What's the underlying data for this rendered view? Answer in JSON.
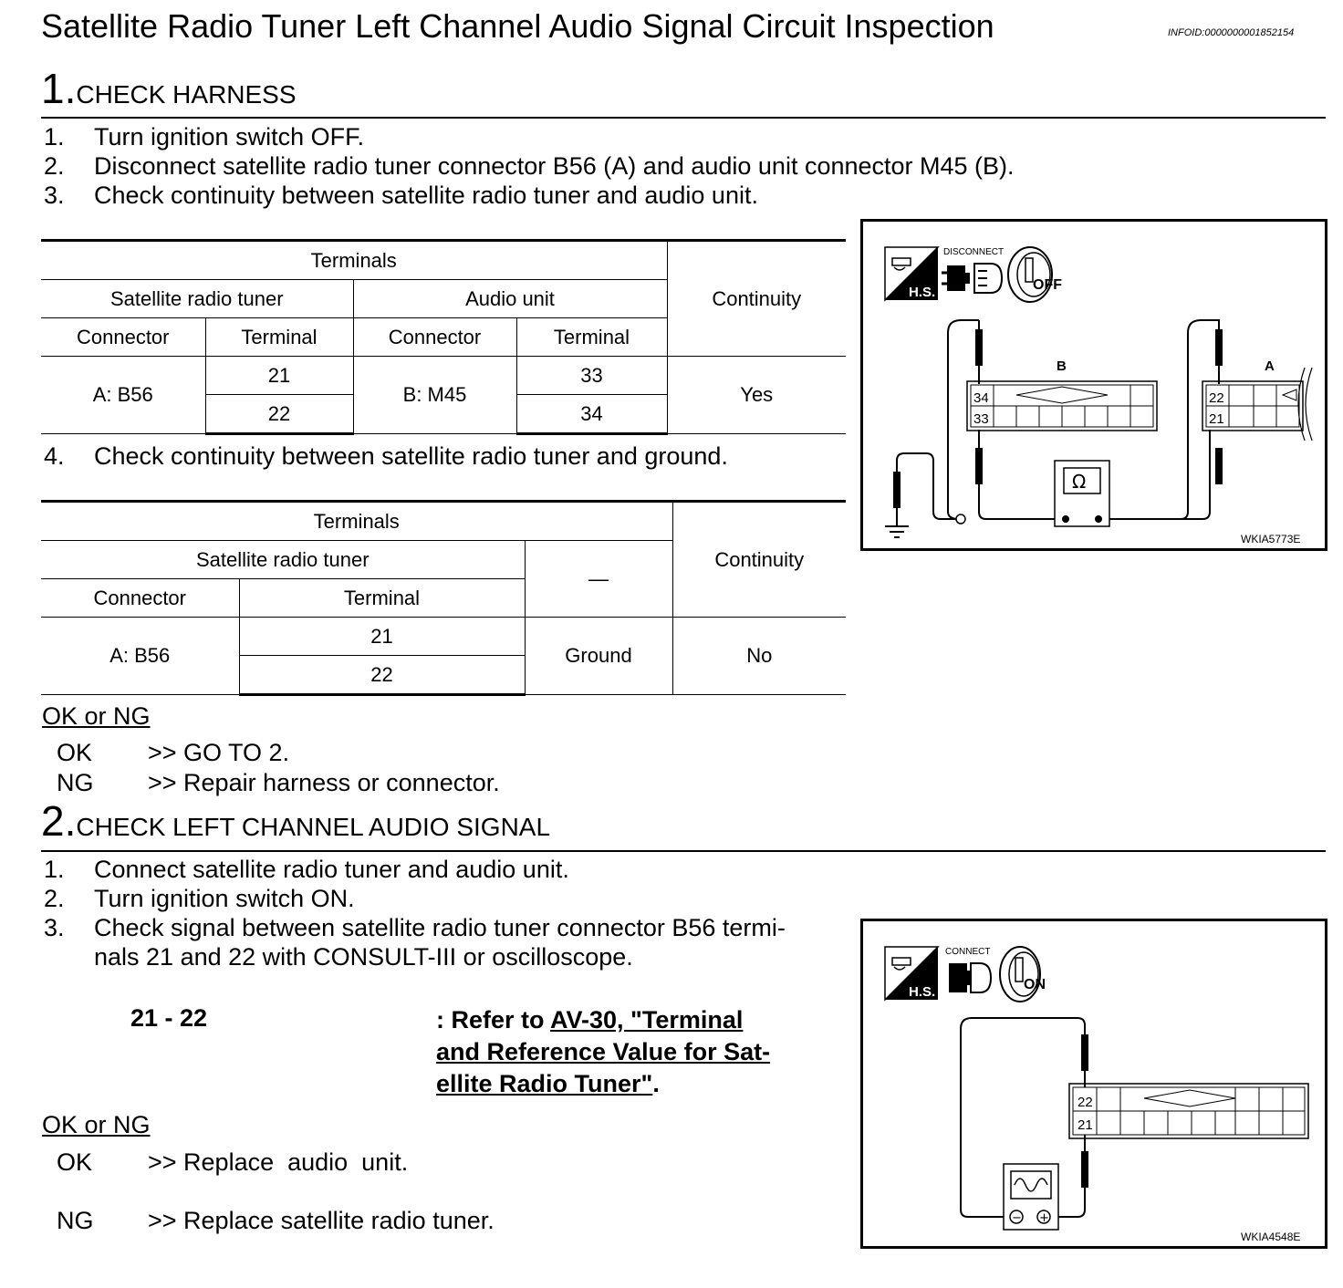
{
  "page": {
    "title": "Satellite Radio Tuner Left Channel Audio Signal Circuit Inspection",
    "info_id": "INFOID:0000000001852154"
  },
  "section1": {
    "number": "1.",
    "heading": "CHECK HARNESS",
    "steps": [
      {
        "n": "1.",
        "text": "Turn ignition switch OFF."
      },
      {
        "n": "2.",
        "text": "Disconnect satellite radio tuner connector B56 (A) and audio unit connector M45 (B)."
      },
      {
        "n": "3.",
        "text": "Check continuity between satellite radio tuner and audio unit."
      }
    ],
    "table1": {
      "terminals": "Terminals",
      "tuner": "Satellite radio tuner",
      "audio": "Audio unit",
      "continuity": "Continuity",
      "connector": "Connector",
      "terminal": "Terminal",
      "tuner_connector": "A: B56",
      "audio_connector": "B: M45",
      "tuner_terminals": [
        "21",
        "22"
      ],
      "audio_terminals": [
        "33",
        "34"
      ],
      "result": "Yes"
    },
    "step4": {
      "n": "4.",
      "text": "Check continuity between satellite radio tuner and ground."
    },
    "table2": {
      "terminals": "Terminals",
      "tuner": "Satellite radio tuner",
      "dash": "—",
      "continuity": "Continuity",
      "connector": "Connector",
      "terminal": "Terminal",
      "tuner_connector": "A: B56",
      "tuner_terminals": [
        "21",
        "22"
      ],
      "ground": "Ground",
      "result": "No"
    },
    "ok_ng_label": "OK or NG",
    "results": [
      {
        "status": "OK",
        "action": ">> GO TO 2."
      },
      {
        "status": "NG",
        "action": ">> Repair harness or connector."
      }
    ],
    "diagram": {
      "hs_label": "H.S.",
      "disconnect_label": "DISCONNECT",
      "ignition_label": "OFF",
      "connector_b_label": "B",
      "connector_a_label": "A",
      "b_pins": [
        "34",
        "33"
      ],
      "a_pins": [
        "22",
        "21"
      ],
      "meter_symbol": "Ω",
      "code": "WKIA5773E"
    }
  },
  "section2": {
    "number": "2.",
    "heading": "CHECK LEFT CHANNEL AUDIO SIGNAL",
    "steps": [
      {
        "n": "1.",
        "text": "Connect satellite radio tuner and audio unit."
      },
      {
        "n": "2.",
        "text": "Turn ignition switch ON."
      },
      {
        "n": "3.",
        "text": "Check signal between satellite radio tuner connector B56 termi-"
      }
    ],
    "step3_line2": "nals 21 and 22 with CONSULT-III or oscilloscope.",
    "spec_terminals": "21 - 22",
    "spec_prefix": ": Refer to ",
    "spec_link_line1": "AV-30, \"Terminal ",
    "spec_link_line2": "and Reference Value for Sat-",
    "spec_link_line3": "ellite Radio Tuner\"",
    "spec_suffix": ".",
    "ok_ng_label": "OK or NG",
    "results": [
      {
        "status": "OK",
        "action": ">> Replace  audio  unit."
      },
      {
        "status": "NG",
        "action": ">> Replace satellite radio tuner."
      }
    ],
    "diagram": {
      "hs_label": "H.S.",
      "connect_label": "CONNECT",
      "ignition_label": "ON",
      "pins": [
        "22",
        "21"
      ],
      "minus": "−",
      "plus": "+",
      "code": "WKIA4548E"
    }
  }
}
